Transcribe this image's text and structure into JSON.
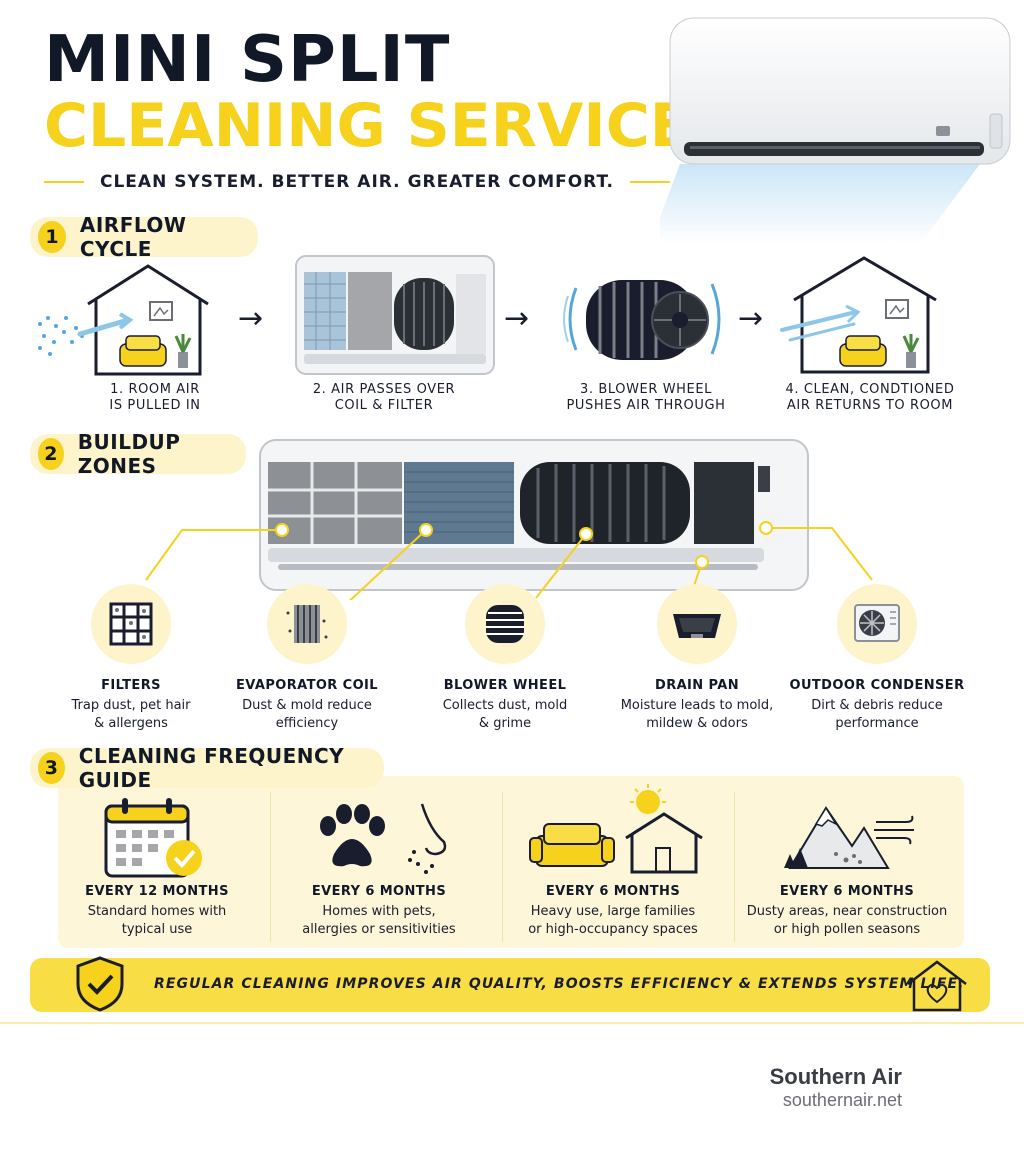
{
  "header": {
    "title_line1": "MINI SPLIT",
    "title_line2": "CLEANING SERVICE",
    "tagline": "CLEAN SYSTEM. BETTER AIR. GREATER COMFORT."
  },
  "sections": [
    {
      "number": "1",
      "title": "AIRFLOW CYCLE"
    },
    {
      "number": "2",
      "title": "BUILDUP ZONES"
    },
    {
      "number": "3",
      "title": "CLEANING FREQUENCY GUIDE"
    }
  ],
  "airflow_steps": [
    {
      "line1": "1. ROOM AIR",
      "line2": "IS PULLED IN"
    },
    {
      "line1": "2. AIR PASSES OVER",
      "line2": "COIL & FILTER"
    },
    {
      "line1": "3. BLOWER WHEEL",
      "line2": "PUSHES AIR THROUGH"
    },
    {
      "line1": "4. CLEAN, CONDTIONED",
      "line2": "AIR RETURNS TO ROOM"
    }
  ],
  "buildup_zones": [
    {
      "title": "FILTERS",
      "line1": "Trap dust, pet hair",
      "line2": "& allergens",
      "icon": "filter-grid-icon"
    },
    {
      "title": "EVAPORATOR COIL",
      "line1": "Dust & mold reduce",
      "line2": "efficiency",
      "icon": "coil-icon"
    },
    {
      "title": "BLOWER WHEEL",
      "line1": "Collects dust, mold",
      "line2": "& grime",
      "icon": "blower-wheel-icon"
    },
    {
      "title": "DRAIN PAN",
      "line1": "Moisture leads to mold,",
      "line2": "mildew & odors",
      "icon": "drain-pan-icon"
    },
    {
      "title": "OUTDOOR CONDENSER",
      "line1": "Dirt & debris reduce",
      "line2": "performance",
      "icon": "condenser-icon"
    }
  ],
  "frequency": [
    {
      "title": "EVERY 12 MONTHS",
      "line1": "Standard homes with",
      "line2": "typical use",
      "icon": "calendar-check-icon"
    },
    {
      "title": "EVERY 6 MONTHS",
      "line1": "Homes with pets,",
      "line2": "allergies or sensitivities",
      "icon": "paw-nose-icon"
    },
    {
      "title": "EVERY 6 MONTHS",
      "line1": "Heavy use, large families",
      "line2": "or high-occupancy spaces",
      "icon": "sofa-house-sun-icon"
    },
    {
      "title": "EVERY 6 MONTHS",
      "line1": "Dusty areas, near construction",
      "line2": "or high pollen seasons",
      "icon": "mountains-wind-icon"
    }
  ],
  "banner": {
    "text": "REGULAR CLEANING IMPROVES AIR QUALITY, BOOSTS EFFICIENCY & EXTENDS SYSTEM LIFE."
  },
  "brand": {
    "name": "Southern Air",
    "url": "southernair.net"
  },
  "colors": {
    "accent_yellow": "#f6d21d",
    "light_yellow": "#fdf4cc",
    "navy": "#111827"
  }
}
